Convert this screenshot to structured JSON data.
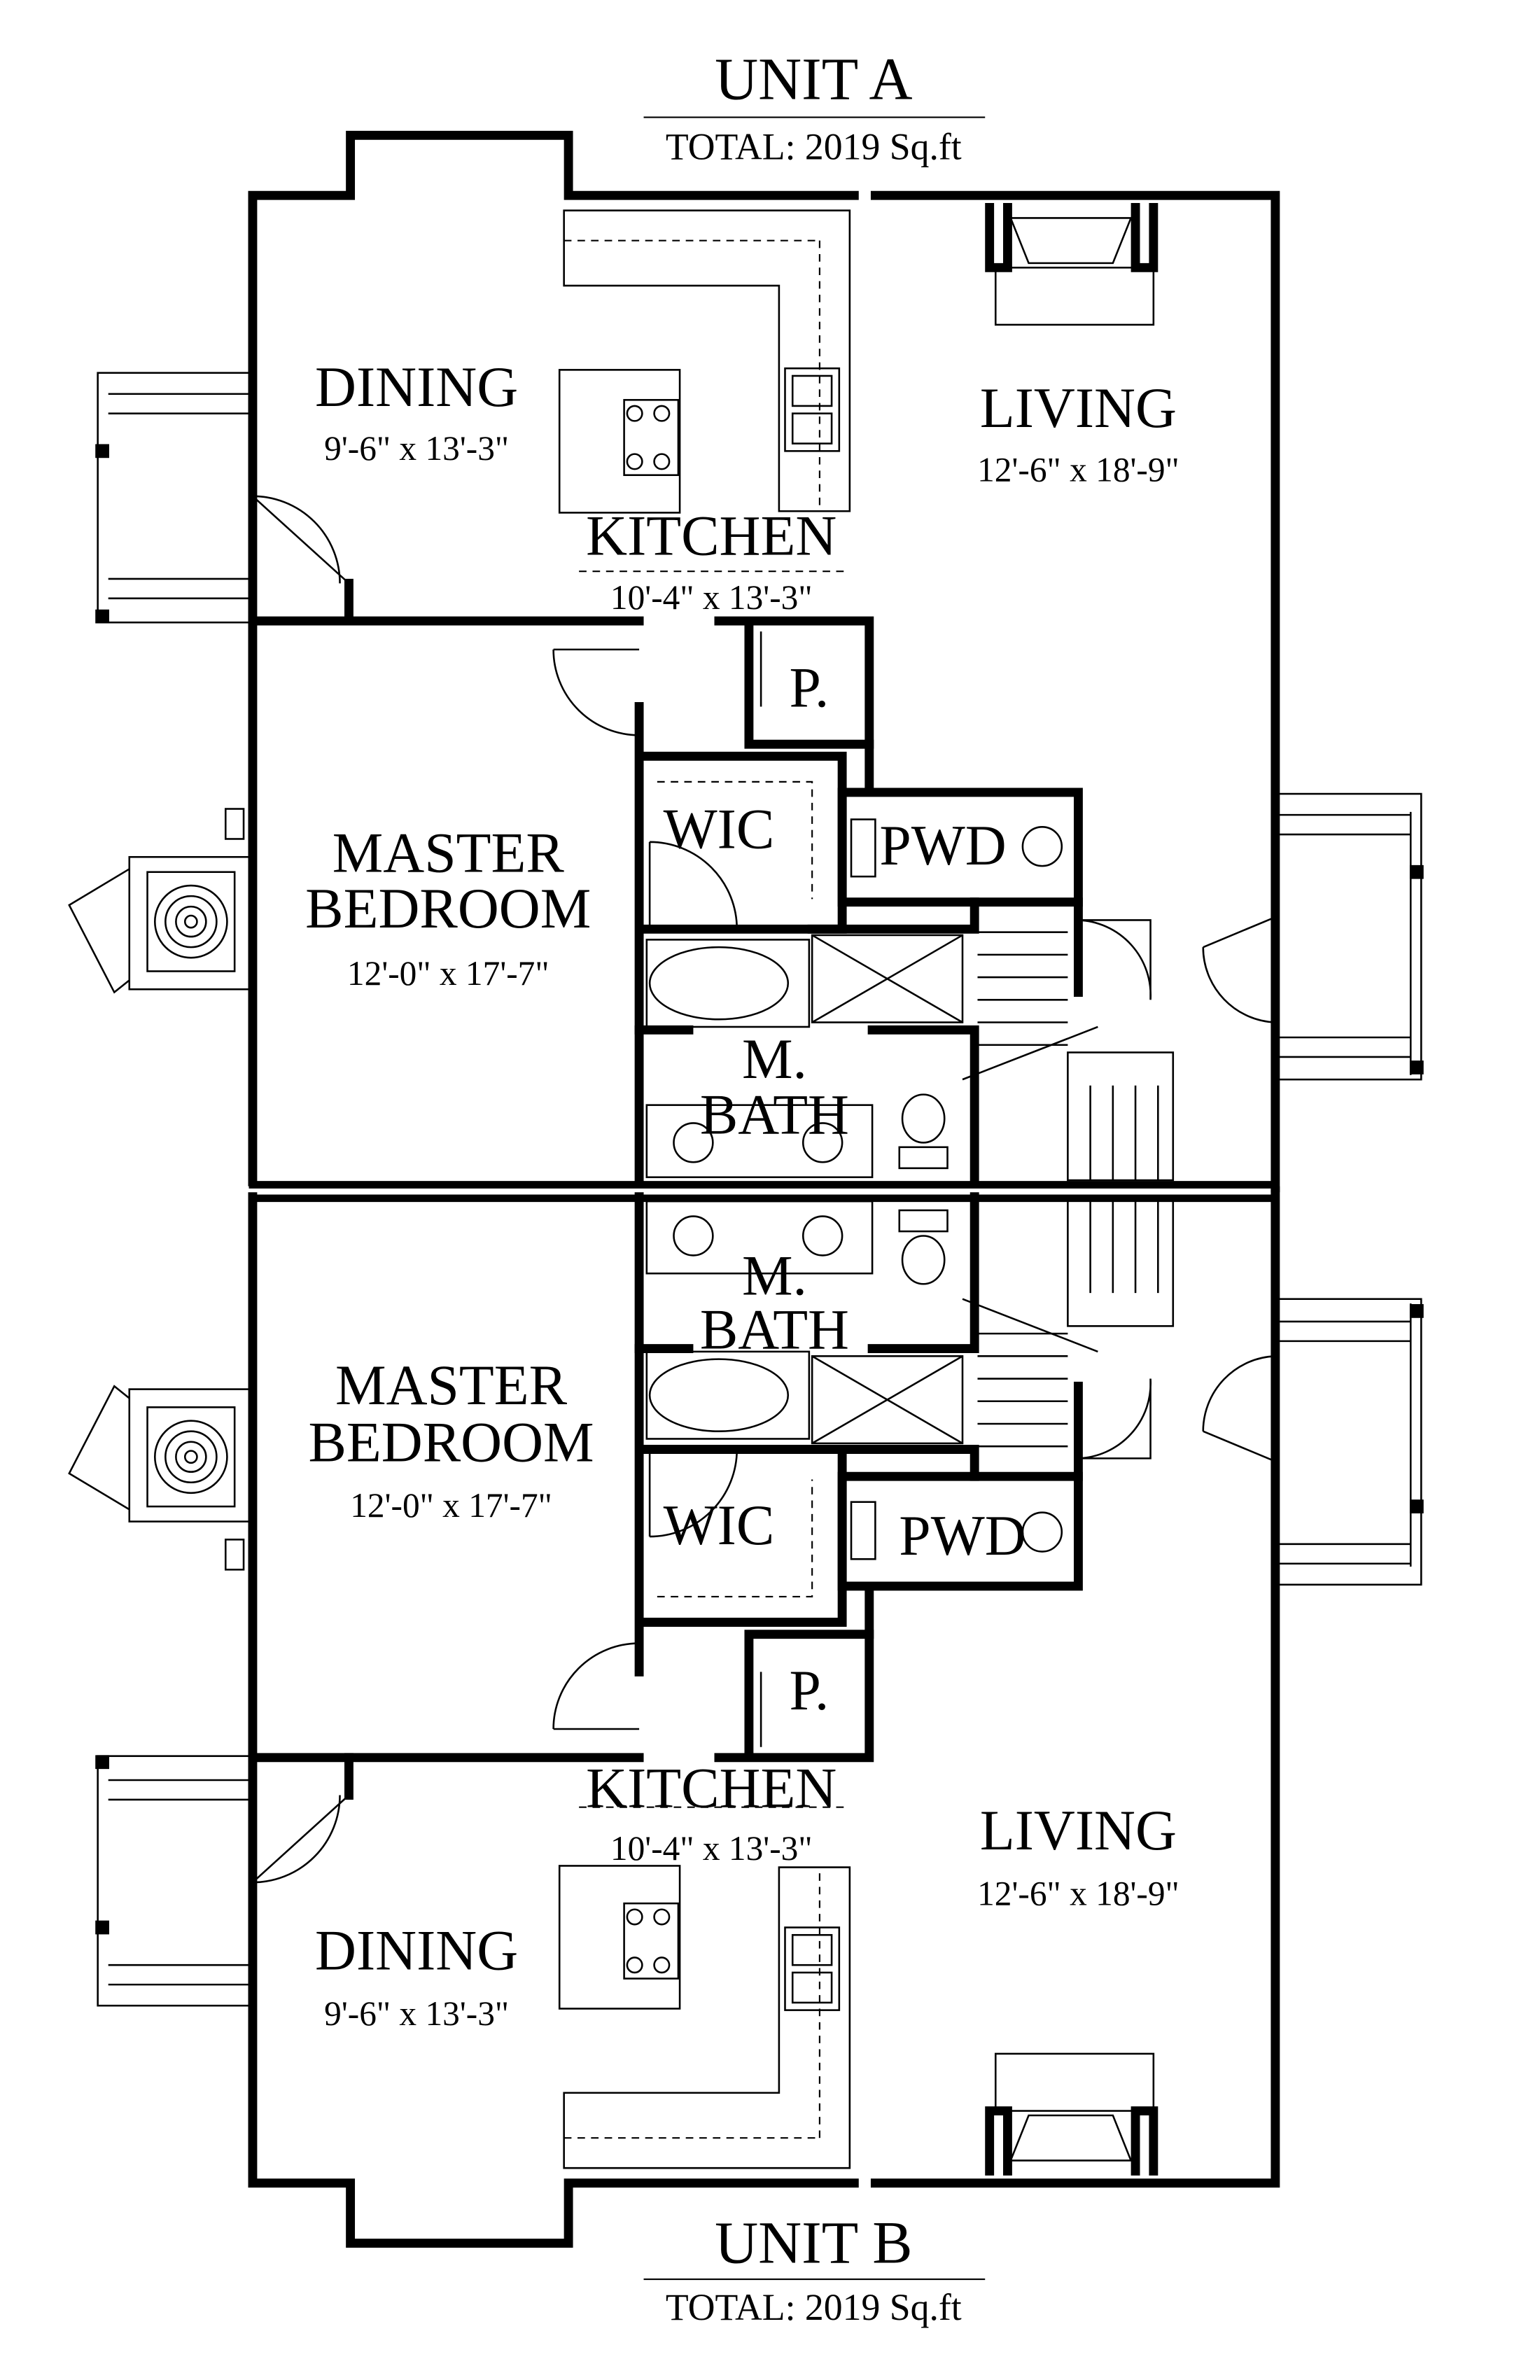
{
  "unit_a": {
    "title": "UNIT A",
    "total": "TOTAL: 2019 Sq.ft",
    "rooms": {
      "dining": {
        "name": "DINING",
        "size": "9'-6\" x 13'-3\""
      },
      "kitchen": {
        "name": "KITCHEN",
        "size": "10'-4\" x 13'-3\""
      },
      "living": {
        "name": "LIVING",
        "size": "12'-6\" x 18'-9\""
      },
      "master_bedroom": {
        "name_line1": "MASTER",
        "name_line2": "BEDROOM",
        "size": "12'-0\" x 17'-7\""
      },
      "pantry": {
        "name": "P."
      },
      "wic": {
        "name": "WIC"
      },
      "pwd": {
        "name": "PWD"
      },
      "master_bath": {
        "name_line1": "M.",
        "name_line2": "BATH"
      }
    }
  },
  "unit_b": {
    "title": "UNIT B",
    "total": "TOTAL: 2019 Sq.ft",
    "rooms": {
      "dining": {
        "name": "DINING",
        "size": "9'-6\" x 13'-3\""
      },
      "kitchen": {
        "name": "KITCHEN",
        "size": "10'-4\" x 13'-3\""
      },
      "living": {
        "name": "LIVING",
        "size": "12'-6\" x 18'-9\""
      },
      "master_bedroom": {
        "name_line1": "MASTER",
        "name_line2": "BEDROOM",
        "size": "12'-0\" x 17'-7\""
      },
      "pantry": {
        "name": "P."
      },
      "wic": {
        "name": "WIC"
      },
      "pwd": {
        "name": "PWD"
      },
      "master_bath": {
        "name_line1": "M.",
        "name_line2": "BATH"
      }
    }
  }
}
